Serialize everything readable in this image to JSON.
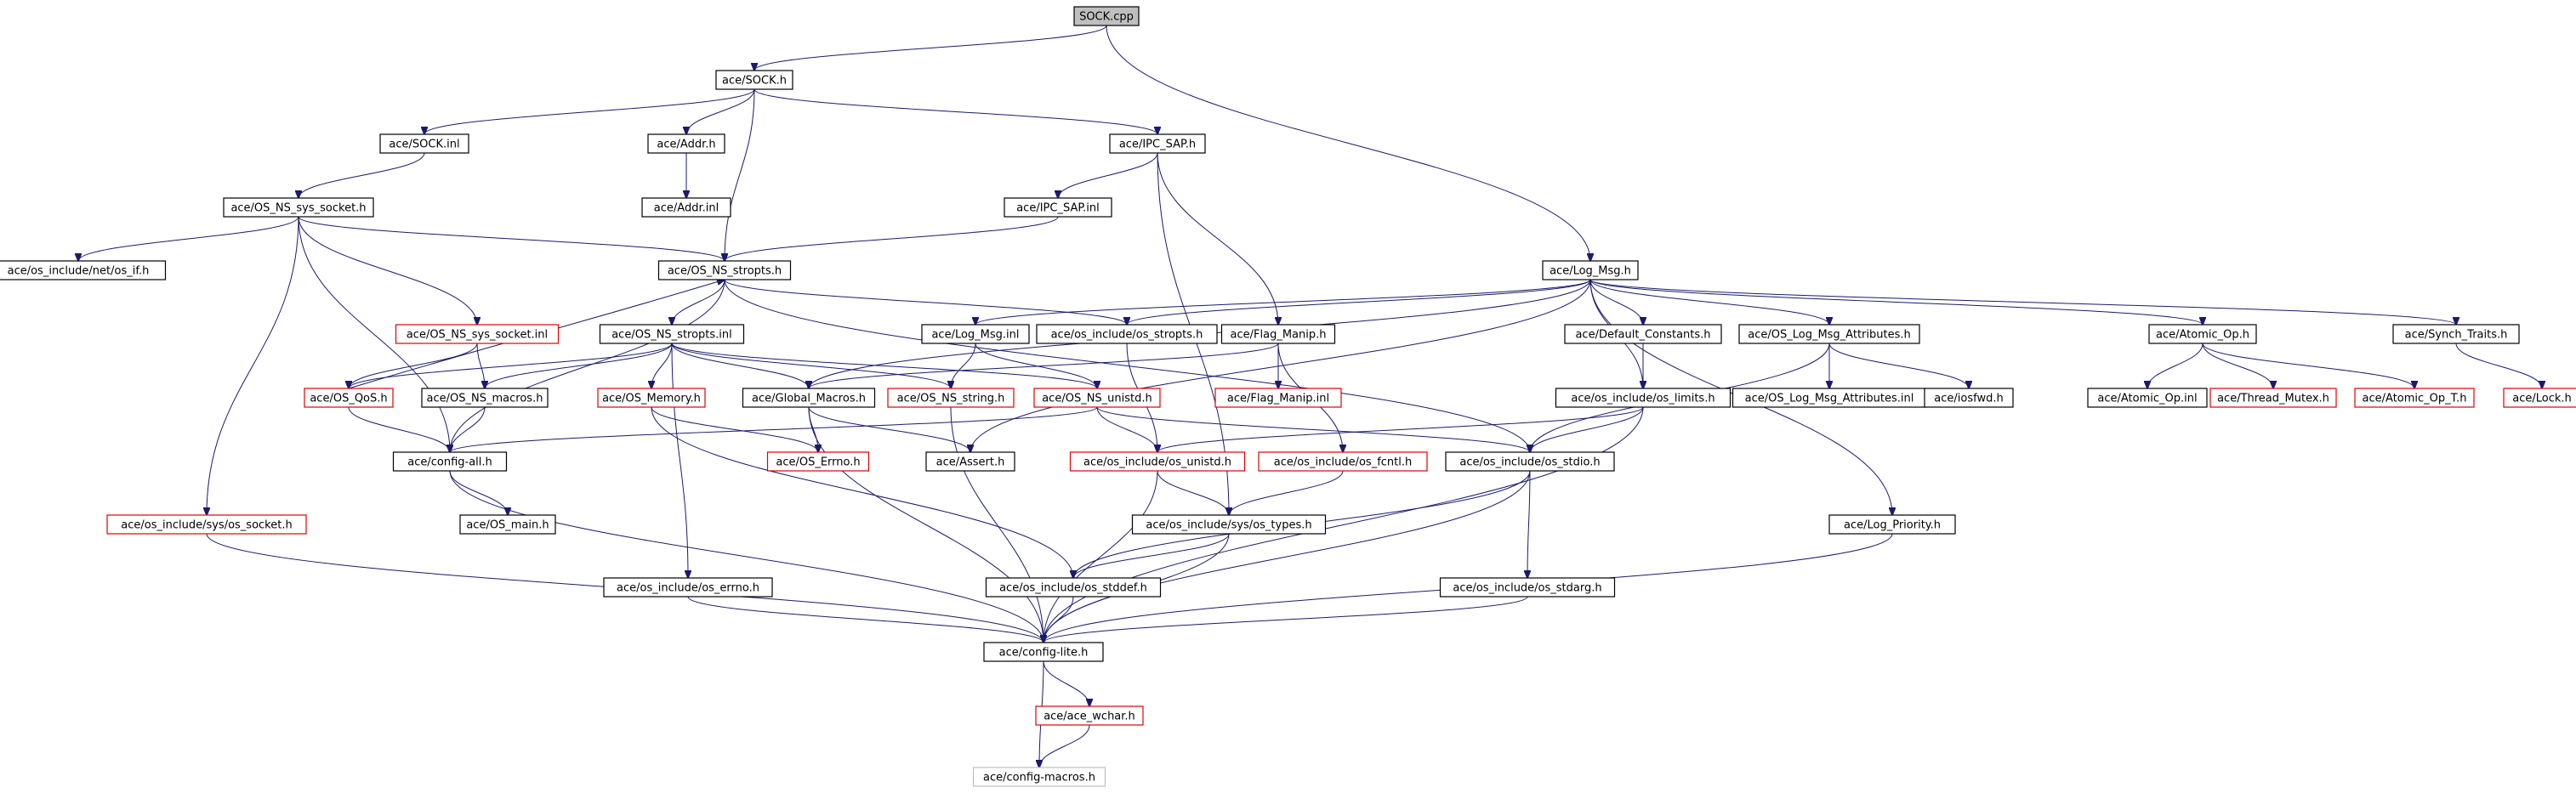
{
  "colors": {
    "edge": "#1a1a6e",
    "border_normal": "#000000",
    "border_truncated": "#e00000",
    "border_external": "#bfbfbf",
    "root_fill": "#bfbfbf",
    "fill": "#ffffff"
  },
  "nodes": [
    {
      "id": "SOCK.cpp",
      "label": "SOCK.cpp",
      "kind": "root"
    },
    {
      "id": "SOCK.h",
      "label": "ace/SOCK.h",
      "kind": "normal"
    },
    {
      "id": "SOCK.inl",
      "label": "ace/SOCK.inl",
      "kind": "normal"
    },
    {
      "id": "Addr.h",
      "label": "ace/Addr.h",
      "kind": "normal"
    },
    {
      "id": "Addr.inl",
      "label": "ace/Addr.inl",
      "kind": "normal"
    },
    {
      "id": "IPC_SAP.h",
      "label": "ace/IPC_SAP.h",
      "kind": "normal"
    },
    {
      "id": "IPC_SAP.inl",
      "label": "ace/IPC_SAP.inl",
      "kind": "normal"
    },
    {
      "id": "OS_NS_sys_socket.h",
      "label": "ace/OS_NS_sys_socket.h",
      "kind": "normal"
    },
    {
      "id": "os_if.h",
      "label": "ace/os_include/net/os_if.h",
      "kind": "normal"
    },
    {
      "id": "OS_NS_stropts.h",
      "label": "ace/OS_NS_stropts.h",
      "kind": "normal"
    },
    {
      "id": "Log_Msg.h",
      "label": "ace/Log_Msg.h",
      "kind": "normal"
    },
    {
      "id": "OS_NS_sys_socket.inl",
      "label": "ace/OS_NS_sys_socket.inl",
      "kind": "truncated"
    },
    {
      "id": "OS_NS_stropts.inl",
      "label": "ace/OS_NS_stropts.inl",
      "kind": "normal"
    },
    {
      "id": "Log_Msg.inl",
      "label": "ace/Log_Msg.inl",
      "kind": "normal"
    },
    {
      "id": "os_stropts.h",
      "label": "ace/os_include/os_stropts.h",
      "kind": "normal"
    },
    {
      "id": "Flag_Manip.h",
      "label": "ace/Flag_Manip.h",
      "kind": "normal"
    },
    {
      "id": "Default_Constants.h",
      "label": "ace/Default_Constants.h",
      "kind": "normal"
    },
    {
      "id": "OS_Log_Msg_Attributes.h",
      "label": "ace/OS_Log_Msg_Attributes.h",
      "kind": "normal"
    },
    {
      "id": "Atomic_Op.h",
      "label": "ace/Atomic_Op.h",
      "kind": "normal"
    },
    {
      "id": "Synch_Traits.h",
      "label": "ace/Synch_Traits.h",
      "kind": "normal"
    },
    {
      "id": "OS_QoS.h",
      "label": "ace/OS_QoS.h",
      "kind": "truncated"
    },
    {
      "id": "OS_NS_macros.h",
      "label": "ace/OS_NS_macros.h",
      "kind": "normal"
    },
    {
      "id": "OS_Memory.h",
      "label": "ace/OS_Memory.h",
      "kind": "truncated"
    },
    {
      "id": "Global_Macros.h",
      "label": "ace/Global_Macros.h",
      "kind": "normal"
    },
    {
      "id": "OS_NS_string.h",
      "label": "ace/OS_NS_string.h",
      "kind": "truncated"
    },
    {
      "id": "OS_NS_unistd.h",
      "label": "ace/OS_NS_unistd.h",
      "kind": "truncated"
    },
    {
      "id": "Flag_Manip.inl",
      "label": "ace/Flag_Manip.inl",
      "kind": "truncated"
    },
    {
      "id": "os_limits.h",
      "label": "ace/os_include/os_limits.h",
      "kind": "normal"
    },
    {
      "id": "OS_Log_Msg_Attributes.inl",
      "label": "ace/OS_Log_Msg_Attributes.inl",
      "kind": "normal"
    },
    {
      "id": "iosfwd.h",
      "label": "ace/iosfwd.h",
      "kind": "normal"
    },
    {
      "id": "Atomic_Op.inl",
      "label": "ace/Atomic_Op.inl",
      "kind": "normal"
    },
    {
      "id": "Thread_Mutex.h",
      "label": "ace/Thread_Mutex.h",
      "kind": "truncated"
    },
    {
      "id": "Atomic_Op_T.h",
      "label": "ace/Atomic_Op_T.h",
      "kind": "truncated"
    },
    {
      "id": "Lock.h",
      "label": "ace/Lock.h",
      "kind": "truncated"
    },
    {
      "id": "config-all.h",
      "label": "ace/config-all.h",
      "kind": "normal"
    },
    {
      "id": "OS_Errno.h",
      "label": "ace/OS_Errno.h",
      "kind": "truncated"
    },
    {
      "id": "Assert.h",
      "label": "ace/Assert.h",
      "kind": "normal"
    },
    {
      "id": "os_unistd.h",
      "label": "ace/os_include/os_unistd.h",
      "kind": "truncated"
    },
    {
      "id": "os_fcntl.h",
      "label": "ace/os_include/os_fcntl.h",
      "kind": "truncated"
    },
    {
      "id": "os_stdio.h",
      "label": "ace/os_include/os_stdio.h",
      "kind": "normal"
    },
    {
      "id": "os_socket.h",
      "label": "ace/os_include/sys/os_socket.h",
      "kind": "truncated"
    },
    {
      "id": "OS_main.h",
      "label": "ace/OS_main.h",
      "kind": "normal"
    },
    {
      "id": "os_types.h",
      "label": "ace/os_include/sys/os_types.h",
      "kind": "normal"
    },
    {
      "id": "Log_Priority.h",
      "label": "ace/Log_Priority.h",
      "kind": "normal"
    },
    {
      "id": "os_errno.h",
      "label": "ace/os_include/os_errno.h",
      "kind": "normal"
    },
    {
      "id": "os_stddef.h",
      "label": "ace/os_include/os_stddef.h",
      "kind": "normal"
    },
    {
      "id": "os_stdarg.h",
      "label": "ace/os_include/os_stdarg.h",
      "kind": "normal"
    },
    {
      "id": "config-lite.h",
      "label": "ace/config-lite.h",
      "kind": "normal"
    },
    {
      "id": "ace_wchar.h",
      "label": "ace/ace_wchar.h",
      "kind": "truncated"
    },
    {
      "id": "config-macros.h",
      "label": "ace/config-macros.h",
      "kind": "external"
    }
  ],
  "edges": [
    [
      "SOCK.cpp",
      "SOCK.h"
    ],
    [
      "SOCK.cpp",
      "Log_Msg.h"
    ],
    [
      "SOCK.h",
      "SOCK.inl"
    ],
    [
      "SOCK.h",
      "Addr.h"
    ],
    [
      "SOCK.h",
      "IPC_SAP.h"
    ],
    [
      "SOCK.h",
      "OS_NS_stropts.h"
    ],
    [
      "Addr.h",
      "Addr.inl"
    ],
    [
      "SOCK.inl",
      "OS_NS_sys_socket.h"
    ],
    [
      "IPC_SAP.h",
      "IPC_SAP.inl"
    ],
    [
      "IPC_SAP.h",
      "Flag_Manip.h"
    ],
    [
      "IPC_SAP.h",
      "os_types.h"
    ],
    [
      "IPC_SAP.inl",
      "OS_NS_stropts.h"
    ],
    [
      "OS_NS_sys_socket.h",
      "os_if.h"
    ],
    [
      "OS_NS_sys_socket.h",
      "OS_NS_stropts.h"
    ],
    [
      "OS_NS_sys_socket.h",
      "OS_NS_sys_socket.inl"
    ],
    [
      "OS_NS_sys_socket.h",
      "config-all.h"
    ],
    [
      "OS_NS_sys_socket.h",
      "os_socket.h"
    ],
    [
      "OS_NS_stropts.h",
      "OS_NS_stropts.inl"
    ],
    [
      "OS_NS_stropts.h",
      "os_stropts.h"
    ],
    [
      "OS_NS_stropts.h",
      "os_stdio.h"
    ],
    [
      "OS_NS_stropts.h",
      "config-all.h"
    ],
    [
      "OS_NS_sys_socket.inl",
      "OS_QoS.h"
    ],
    [
      "OS_NS_sys_socket.inl",
      "OS_NS_macros.h"
    ],
    [
      "OS_QoS.h",
      "OS_NS_stropts.h"
    ],
    [
      "OS_QoS.h",
      "config-all.h"
    ],
    [
      "OS_NS_stropts.inl",
      "OS_QoS.h"
    ],
    [
      "OS_NS_stropts.inl",
      "OS_NS_macros.h"
    ],
    [
      "OS_NS_stropts.inl",
      "OS_Memory.h"
    ],
    [
      "OS_NS_stropts.inl",
      "Global_Macros.h"
    ],
    [
      "OS_NS_stropts.inl",
      "OS_NS_string.h"
    ],
    [
      "OS_NS_stropts.inl",
      "OS_NS_unistd.h"
    ],
    [
      "OS_NS_stropts.inl",
      "os_errno.h"
    ],
    [
      "Log_Msg.h",
      "Log_Msg.inl"
    ],
    [
      "Log_Msg.h",
      "os_stropts.h"
    ],
    [
      "Log_Msg.h",
      "Default_Constants.h"
    ],
    [
      "Log_Msg.h",
      "OS_Log_Msg_Attributes.h"
    ],
    [
      "Log_Msg.h",
      "Atomic_Op.h"
    ],
    [
      "Log_Msg.h",
      "Synch_Traits.h"
    ],
    [
      "Log_Msg.h",
      "Global_Macros.h"
    ],
    [
      "Log_Msg.h",
      "os_limits.h"
    ],
    [
      "Log_Msg.h",
      "Assert.h"
    ],
    [
      "Log_Msg.h",
      "Log_Priority.h"
    ],
    [
      "Log_Msg.inl",
      "OS_NS_string.h"
    ],
    [
      "Log_Msg.inl",
      "OS_NS_unistd.h"
    ],
    [
      "Flag_Manip.h",
      "Flag_Manip.inl"
    ],
    [
      "Flag_Manip.h",
      "Global_Macros.h"
    ],
    [
      "Flag_Manip.h",
      "os_fcntl.h"
    ],
    [
      "os_stropts.h",
      "os_unistd.h"
    ],
    [
      "Default_Constants.h",
      "os_limits.h"
    ],
    [
      "OS_Log_Msg_Attributes.h",
      "OS_Log_Msg_Attributes.inl"
    ],
    [
      "OS_Log_Msg_Attributes.h",
      "iosfwd.h"
    ],
    [
      "OS_Log_Msg_Attributes.h",
      "os_stdio.h"
    ],
    [
      "Atomic_Op.h",
      "Atomic_Op.inl"
    ],
    [
      "Atomic_Op.h",
      "Thread_Mutex.h"
    ],
    [
      "Atomic_Op.h",
      "Atomic_Op_T.h"
    ],
    [
      "Synch_Traits.h",
      "Lock.h"
    ],
    [
      "OS_NS_macros.h",
      "config-all.h"
    ],
    [
      "OS_Memory.h",
      "OS_Errno.h"
    ],
    [
      "OS_Memory.h",
      "os_stddef.h"
    ],
    [
      "Global_Macros.h",
      "OS_Errno.h"
    ],
    [
      "Global_Macros.h",
      "Assert.h"
    ],
    [
      "Global_Macros.h",
      "config-lite.h"
    ],
    [
      "OS_NS_string.h",
      "config-lite.h"
    ],
    [
      "OS_NS_unistd.h",
      "config-all.h"
    ],
    [
      "OS_NS_unistd.h",
      "os_unistd.h"
    ],
    [
      "OS_NS_unistd.h",
      "os_stdio.h"
    ],
    [
      "os_limits.h",
      "os_unistd.h"
    ],
    [
      "os_limits.h",
      "os_stdio.h"
    ],
    [
      "os_limits.h",
      "config-lite.h"
    ],
    [
      "config-all.h",
      "OS_main.h"
    ],
    [
      "config-all.h",
      "config-lite.h"
    ],
    [
      "os_unistd.h",
      "os_types.h"
    ],
    [
      "os_unistd.h",
      "config-lite.h"
    ],
    [
      "os_fcntl.h",
      "os_types.h"
    ],
    [
      "os_stdio.h",
      "os_stddef.h"
    ],
    [
      "os_stdio.h",
      "os_stdarg.h"
    ],
    [
      "os_stdio.h",
      "config-lite.h"
    ],
    [
      "os_types.h",
      "os_stddef.h"
    ],
    [
      "os_types.h",
      "config-lite.h"
    ],
    [
      "os_socket.h",
      "config-lite.h"
    ],
    [
      "Log_Priority.h",
      "config-lite.h"
    ],
    [
      "os_errno.h",
      "config-lite.h"
    ],
    [
      "os_stddef.h",
      "config-lite.h"
    ],
    [
      "os_stdarg.h",
      "config-lite.h"
    ],
    [
      "config-lite.h",
      "ace_wchar.h"
    ],
    [
      "config-lite.h",
      "config-macros.h"
    ],
    [
      "ace_wchar.h",
      "config-macros.h"
    ]
  ]
}
